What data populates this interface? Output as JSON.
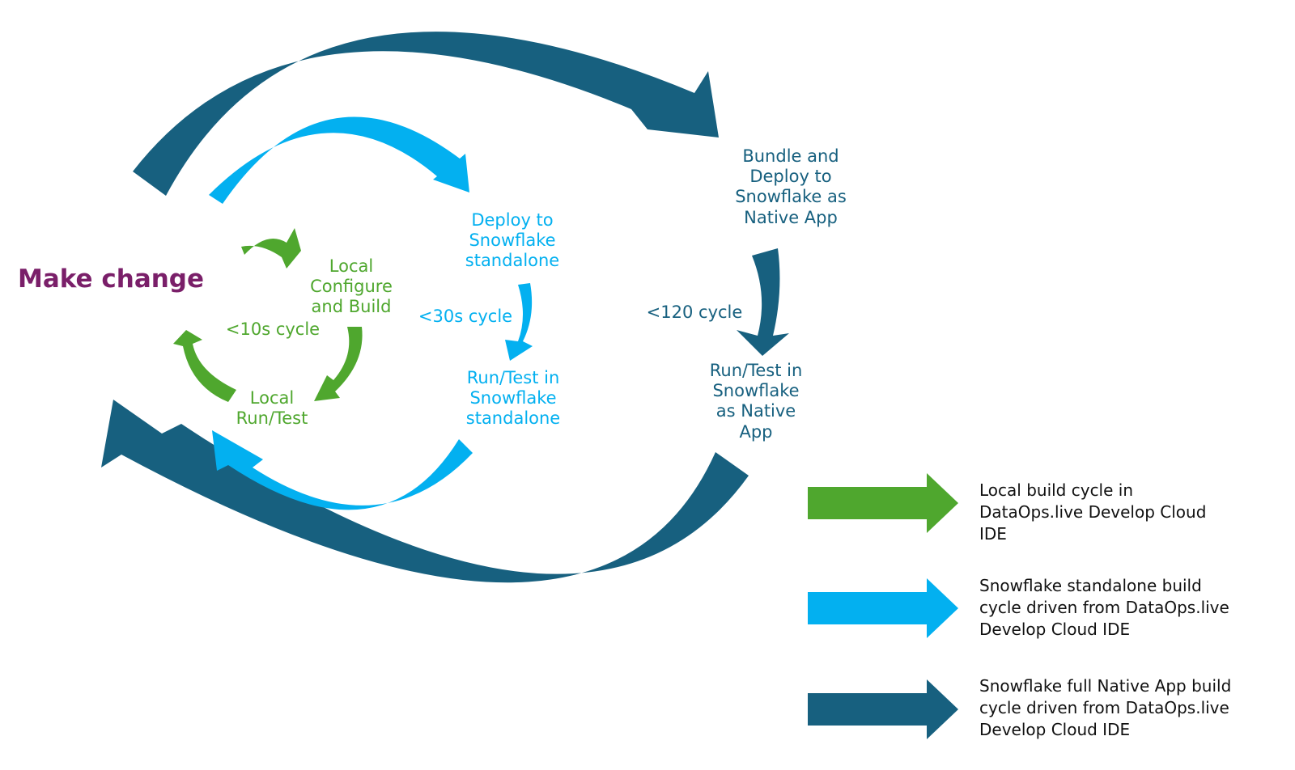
{
  "colors": {
    "local": "#4FA72E",
    "standalone": "#03B0F0",
    "native": "#17607F",
    "make_change": "#7A1F69"
  },
  "make_change": "Make change",
  "local": {
    "step1": [
      "Local",
      "Configure",
      "and Build"
    ],
    "step2": [
      "Local",
      "Run/Test"
    ],
    "cycle": "<10s cycle"
  },
  "standalone": {
    "step1": [
      "Deploy to",
      "Snowflake",
      "standalone"
    ],
    "step2": [
      "Run/Test in",
      "Snowflake",
      "standalone"
    ],
    "cycle": "<30s cycle"
  },
  "native": {
    "step1": [
      "Bundle and",
      "Deploy to",
      "Snowflake as",
      "Native App"
    ],
    "step2": [
      "Run/Test in",
      "Snowflake",
      "as Native",
      "App"
    ],
    "cycle": "<120 cycle"
  },
  "legend": [
    {
      "icon": "green-arrow-icon",
      "color": "#4FA72E",
      "lines": [
        "Local build cycle in",
        "DataOps.live Develop Cloud",
        "IDE"
      ]
    },
    {
      "icon": "cyan-arrow-icon",
      "color": "#03B0F0",
      "lines": [
        "Snowflake standalone build",
        "cycle driven from DataOps.live",
        "Develop Cloud IDE"
      ]
    },
    {
      "icon": "navy-arrow-icon",
      "color": "#17607F",
      "lines": [
        "Snowflake full Native App build",
        "cycle driven from DataOps.live",
        "Develop Cloud IDE"
      ]
    }
  ]
}
